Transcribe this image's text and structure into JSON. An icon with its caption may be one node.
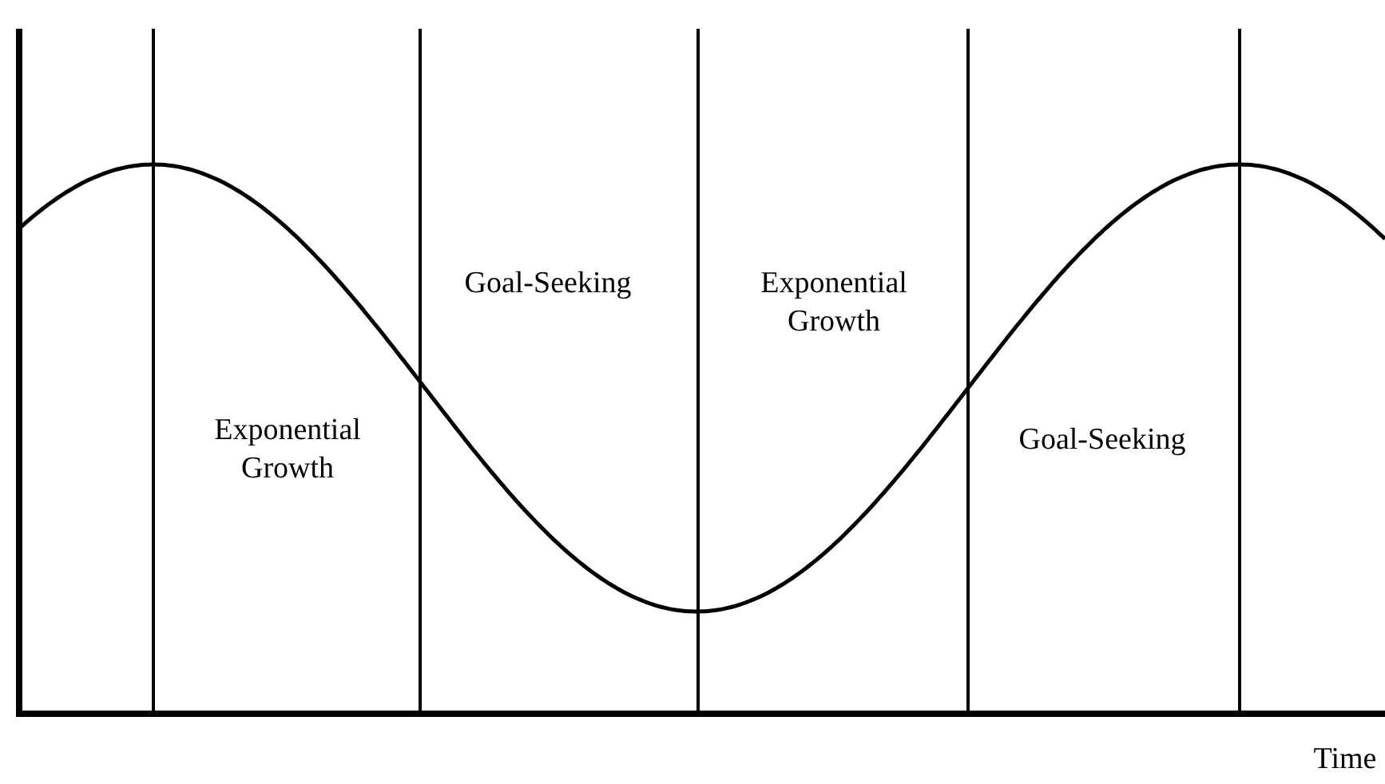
{
  "diagram": {
    "labels": [
      "Exponential Growth",
      "Goal-Seeking",
      "Exponential Growth",
      "Goal-Seeking",
      "Time"
    ]
  }
}
